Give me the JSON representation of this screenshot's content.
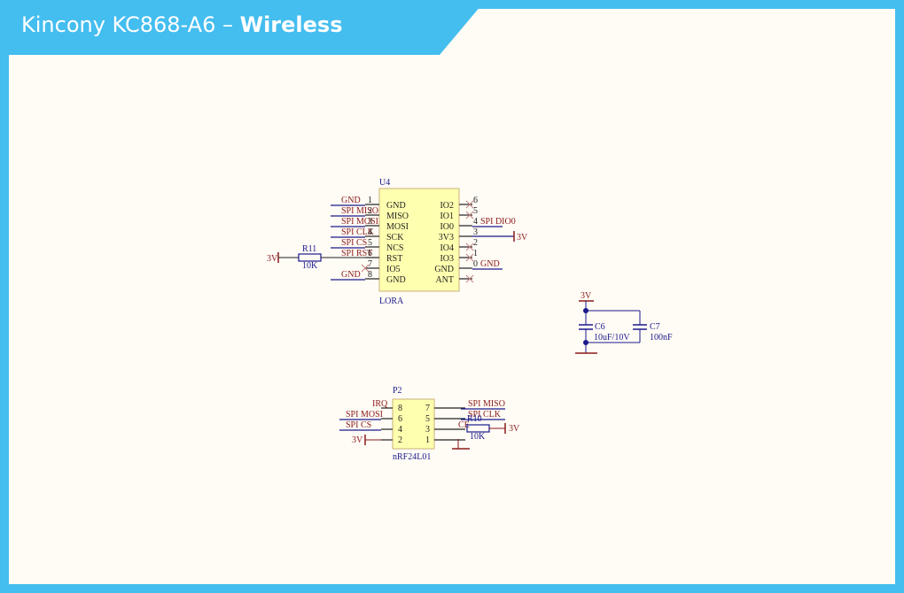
{
  "header": {
    "title_prefix": "Kincony KC868-A6 – ",
    "title_bold": "Wireless"
  },
  "colors": {
    "frame": "#44bdef",
    "canvas": "#fffbf5",
    "component_fill": "#ffffb0",
    "wire_blue": "#1a1a8c",
    "net_red": "#8b1a1a"
  },
  "lora": {
    "designator": "U4",
    "name": "LORA",
    "left_pins": [
      {
        "num": "1",
        "name": "GND",
        "net": "GND"
      },
      {
        "num": "2",
        "name": "MISO",
        "net": "SPI_MISO"
      },
      {
        "num": "3",
        "name": "MOSI",
        "net": "SPI_MOSI"
      },
      {
        "num": "4",
        "name": "SCK",
        "net": "SPI_CLK"
      },
      {
        "num": "5",
        "name": "NCS",
        "net": "SPI_CS"
      },
      {
        "num": "6",
        "name": "RST",
        "net": "SPI_RST"
      },
      {
        "num": "7",
        "name": "IO5",
        "net": ""
      },
      {
        "num": "8",
        "name": "GND",
        "net": "GND"
      }
    ],
    "right_pins": [
      {
        "num": "6",
        "name": "IO2",
        "net": ""
      },
      {
        "num": "5",
        "name": "IO1",
        "net": ""
      },
      {
        "num": "4",
        "name": "IO0",
        "net": "SPI_DIO0"
      },
      {
        "num": "3",
        "name": "3V3",
        "net": "3V"
      },
      {
        "num": "2",
        "name": "IO4",
        "net": ""
      },
      {
        "num": "1",
        "name": "IO3",
        "net": ""
      },
      {
        "num": "0",
        "name": "GND",
        "net": "GND"
      },
      {
        "num": "",
        "name": "ANT",
        "net": ""
      }
    ],
    "pullup": {
      "designator": "R11",
      "value": "10K",
      "supply": "3V"
    }
  },
  "decoupling": {
    "supply": "3V",
    "caps": [
      {
        "designator": "C6",
        "value": "10uF/10V"
      },
      {
        "designator": "C7",
        "value": "100nF"
      }
    ]
  },
  "nrf": {
    "designator": "P2",
    "name": "nRF24L01",
    "rows": [
      {
        "left_num": "8",
        "left_net": "IRQ",
        "right_num": "7",
        "right_net": "SPI_MISO"
      },
      {
        "left_num": "6",
        "left_net": "SPI_MOSI",
        "right_num": "5",
        "right_net": "SPI_CLK"
      },
      {
        "left_num": "4",
        "left_net": "SPI_CS",
        "right_num": "3",
        "right_net": "CE"
      },
      {
        "left_num": "2",
        "left_net": "3V",
        "right_num": "1",
        "right_net": "GND"
      }
    ],
    "pullup": {
      "designator": "R10",
      "value": "10K",
      "supply": "3V"
    }
  }
}
